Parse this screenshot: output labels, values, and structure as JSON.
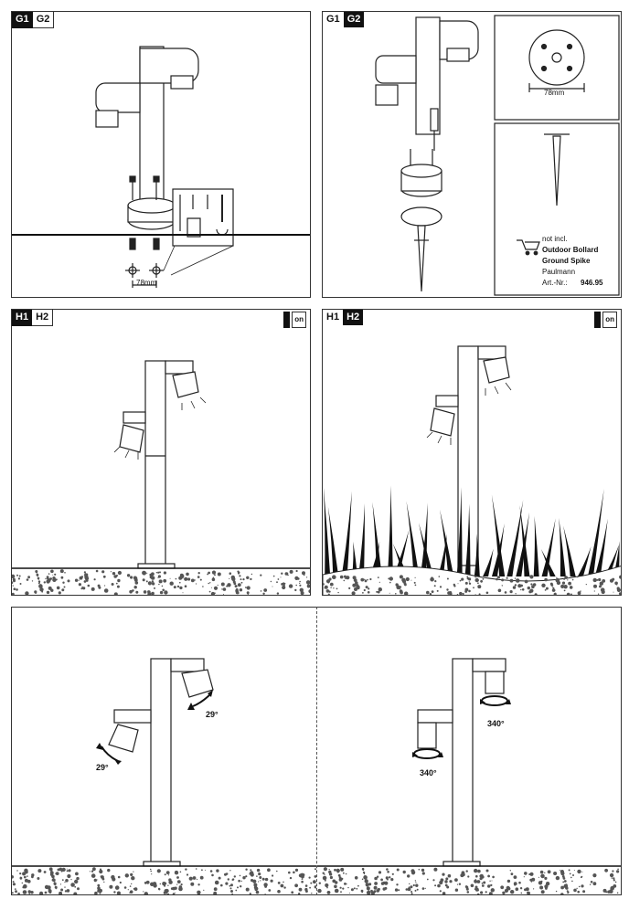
{
  "panels": {
    "g_left": {
      "tag_a": "G1",
      "tag_b": "G2",
      "dim": "78mm"
    },
    "g_right": {
      "tag_a": "G1",
      "tag_b": "G2",
      "base_dim": "78mm",
      "note": {
        "line1": "not incl.",
        "line2": "Outdoor Bollard",
        "line3": "Ground Spike",
        "line4": "Paulmann",
        "art_label": "Art.-Nr.:",
        "art_no": "946.95"
      }
    },
    "h_left": {
      "tag_a": "H1",
      "tag_b": "H2",
      "warn": "on"
    },
    "h_right": {
      "tag_a": "H1",
      "tag_b": "H2",
      "warn": "on"
    },
    "tilt": {
      "angle_a": "29°",
      "angle_b": "29°"
    },
    "rotate": {
      "angle_a": "340°",
      "angle_b": "340°"
    }
  },
  "colors": {
    "line": "#222222",
    "gravel": "#555555",
    "foliage": "#111111"
  }
}
